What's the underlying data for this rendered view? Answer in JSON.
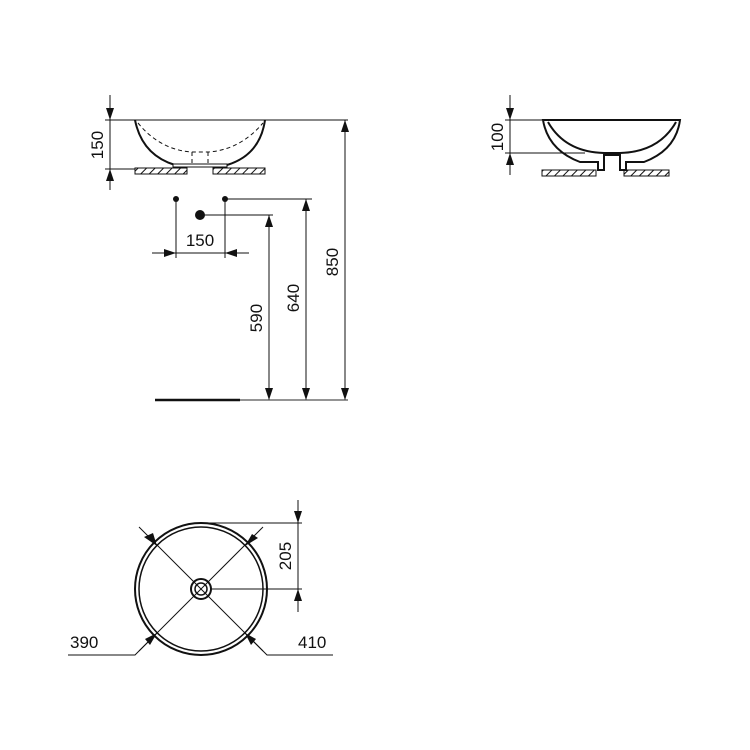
{
  "drawing": {
    "type": "technical-dimension-drawing",
    "subject": "countertop vessel washbasin",
    "units": "mm",
    "views": {
      "side_elevation_left": {
        "dimensions": {
          "bowl_height": "150",
          "waste_spacing": "150",
          "waste_height": "590",
          "supply_height": "640",
          "overall_height": "850"
        }
      },
      "side_section_right": {
        "dimensions": {
          "bowl_depth": "100"
        }
      },
      "plan_view": {
        "dimensions": {
          "inner_diameter": "390",
          "outer_diameter": "410",
          "center_to_back": "205"
        }
      }
    }
  }
}
